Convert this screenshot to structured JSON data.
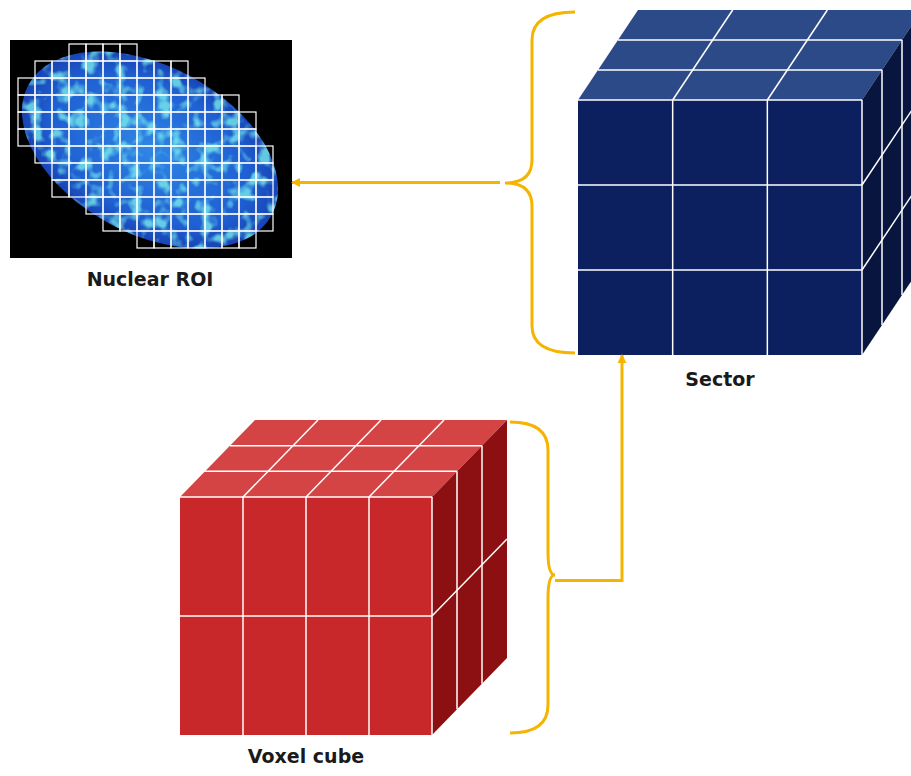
{
  "diagram": {
    "nodes": [
      {
        "text": [
          "Nuclear ROI"
        ]
      },
      {
        "text": [
          "Sector"
        ]
      },
      {
        "text": [
          "Voxel cube"
        ]
      }
    ],
    "edges": [
      {
        "from": 1,
        "to": 0,
        "arrow": "to"
      },
      {
        "from": 2,
        "to": 1,
        "arrow": "to"
      }
    ]
  }
}
